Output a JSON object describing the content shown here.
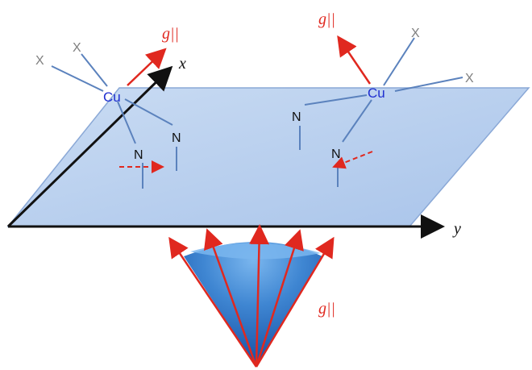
{
  "labels": {
    "cu_left": "Cu",
    "cu_right": "Cu",
    "n_left_1": "N",
    "n_left_2": "N",
    "n_right_1": "N",
    "n_right_2": "N",
    "x_left_1": "X",
    "x_left_2": "X",
    "x_right_1": "X",
    "x_right_2": "X",
    "axis_x": "x",
    "axis_y": "y",
    "g_left": "g||",
    "g_right": "g||",
    "g_cone": "g||"
  },
  "colors": {
    "plane_fill": "#b9d0ee",
    "plane_edge": "#8aa8d6",
    "bond": "#5b82bd",
    "cu_text": "#1f2fd0",
    "arrow_red": "#e0281f",
    "x_ligand": "#7f7f7f",
    "cone_dark": "#1f63b8",
    "cone_light": "#5ea2e2"
  }
}
